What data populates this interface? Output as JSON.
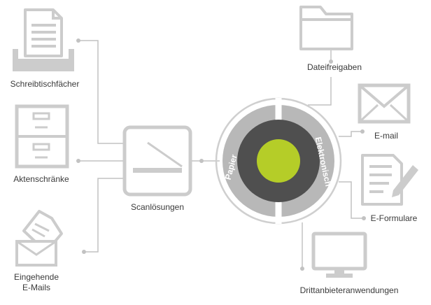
{
  "labels": {
    "desk_trays": "Schreibtischfächer",
    "file_cabinets": "Aktenschränke",
    "incoming_line1": "Eingehende",
    "incoming_line2": "E-Mails",
    "scan_solutions": "Scanlösungen",
    "file_shares": "Dateifreigaben",
    "email": "E-mail",
    "eforms": "E-Formulare",
    "third_party_apps": "Drittanbieteranwendungen",
    "paper": "Papier",
    "electronic": "Elektronisch"
  },
  "colors": {
    "icon_gray": "#cccccc",
    "line_gray": "#c2c2c2",
    "ring_gray": "#b8b8b8",
    "core_dark": "#4f4f4f",
    "accent_green": "#b5cd28",
    "text": "#3a3a3a"
  },
  "icons": {
    "desk_trays": "document-tray-icon",
    "file_cabinets": "file-cabinet-icon",
    "incoming_mail": "envelope-with-document-icon",
    "scanner": "flatbed-scanner-icon",
    "file_shares": "folder-icon",
    "email": "envelope-icon",
    "eforms": "form-with-pen-icon",
    "third_party_apps": "monitor-icon"
  }
}
